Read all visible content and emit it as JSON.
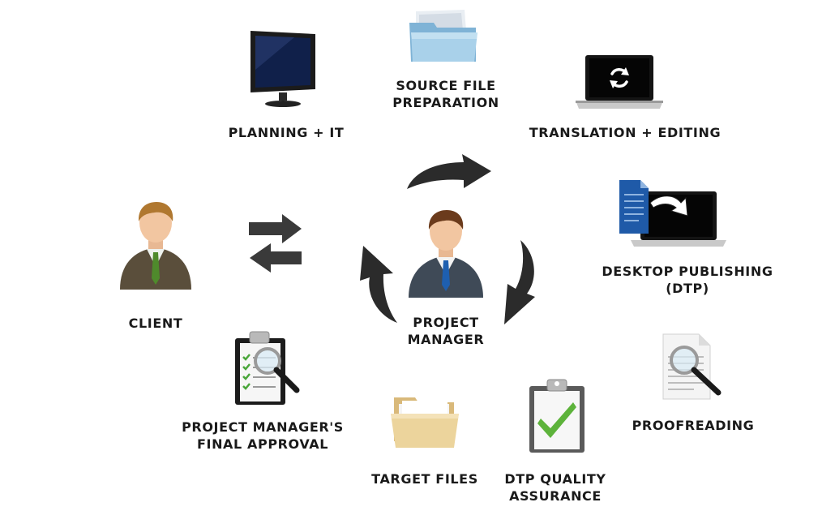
{
  "center": {
    "line1": "PROJECT",
    "line2": "MANAGER"
  },
  "client": {
    "label": "CLIENT"
  },
  "steps": {
    "planning": {
      "label": "PLANNING + IT"
    },
    "source": {
      "line1": "SOURCE FILE",
      "line2": "PREPARATION"
    },
    "translation": {
      "label": "TRANSLATION + EDITING"
    },
    "dtp": {
      "line1": "DESKTOP PUBLISHING",
      "line2": "(DTP)"
    },
    "proofreading": {
      "label": "PROOFREADING"
    },
    "dtp_qa": {
      "line1": "DTP QUALITY",
      "line2": "ASSURANCE"
    },
    "target": {
      "label": "TARGET FILES"
    },
    "approval": {
      "line1": "PROJECT MANAGER'S",
      "line2": "FINAL APPROVAL"
    }
  },
  "icons": {
    "planning": "monitor-icon",
    "source": "blue-folder-icon",
    "translation": "laptop-refresh-icon",
    "dtp": "document-to-laptop-icon",
    "proofreading": "document-magnifier-icon",
    "dtp_qa": "clipboard-checkmark-icon",
    "target": "open-folder-icon",
    "approval": "clipboard-magnifier-icon",
    "client": "client-person-icon",
    "center": "manager-person-icon"
  },
  "colors": {
    "text": "#1a1a1a",
    "arrow": "#2b2b2b",
    "background": "#ffffff"
  }
}
